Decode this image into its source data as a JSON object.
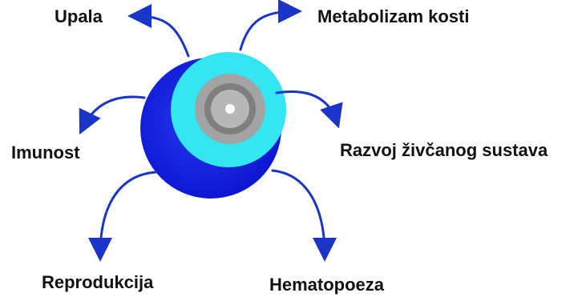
{
  "diagram": {
    "labels": {
      "upala": "Upala",
      "metabolizam": "Metabolizam kosti",
      "imunost": "Imunost",
      "razvoj": "Razvoj živčanog sustava",
      "reprodukcija": "Reprodukcija",
      "hematopoeza": "Hematopoeza"
    },
    "colors": {
      "arrow": "#1a35c8",
      "outer_sphere": "#0a14e6",
      "outer_sphere_shade": "#1a2ad0",
      "inner_disc": "#33e6f2",
      "core_ring": "#a3a3a3",
      "core_inner": "#7f7f7f",
      "core_highlight": "#ffffff",
      "text": "#111111"
    },
    "icons": {
      "center": "sphere-icon",
      "arrows": "curved-arrow-icon"
    }
  }
}
